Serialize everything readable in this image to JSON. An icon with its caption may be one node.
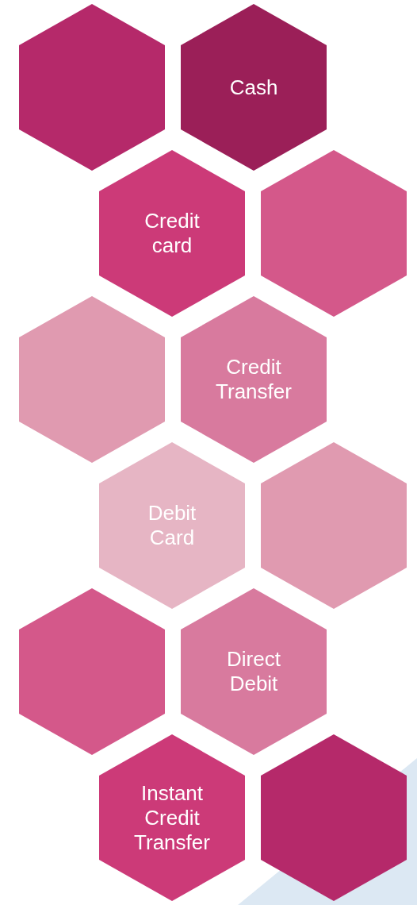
{
  "diagram": {
    "nodes": [
      {
        "text": [],
        "shape": "hexagon"
      },
      {
        "text": [
          "Cash"
        ]
      },
      {
        "text": [
          "Credit card"
        ]
      },
      {
        "text": [],
        "shape": "hexagon"
      },
      {
        "text": [],
        "shape": "hexagon"
      },
      {
        "text": [
          "Credit Transfer"
        ]
      },
      {
        "text": [
          "Debit Card"
        ]
      },
      {
        "text": [],
        "shape": "hexagon"
      },
      {
        "text": [],
        "shape": "hexagon"
      },
      {
        "text": [
          "Direct Debit"
        ]
      },
      {
        "text": [
          "Instant Credit Transfer"
        ]
      },
      {
        "text": [],
        "shape": "hexagon"
      }
    ]
  }
}
